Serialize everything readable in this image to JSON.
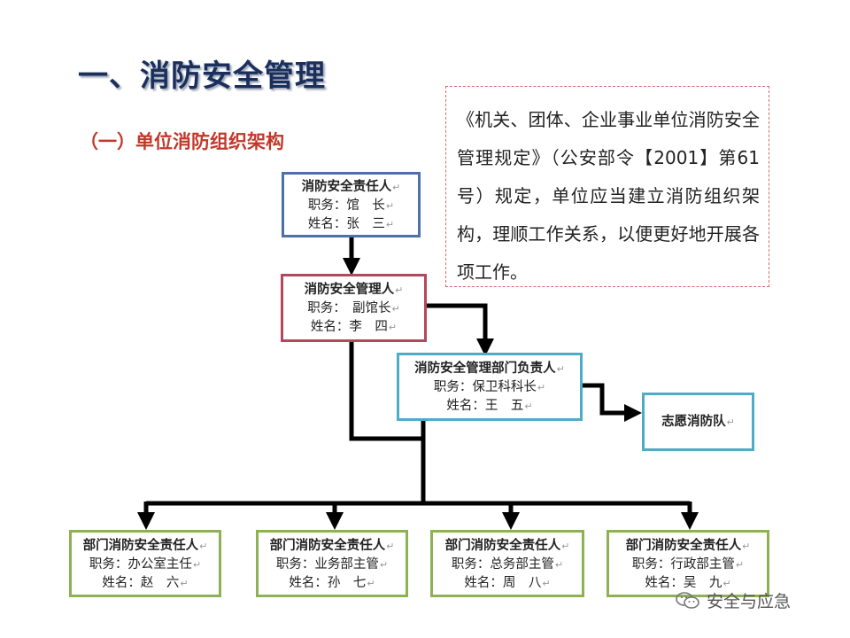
{
  "title": "一、消防安全管理",
  "subtitle": "（一）单位消防组织架构",
  "note": "《机关、团体、企业事业单位消防安全管理规定》（公安部令【2001】第61号）规定，单位应当建立消防组织架构，理顺工作关系，以便更好地开展各项工作。",
  "para_mark": "↵",
  "org": {
    "responsible": {
      "name": "消防安全责任人",
      "position": "职务：馆　长",
      "person": "姓名：张　三"
    },
    "manager": {
      "name": "消防安全管理人",
      "position": "职务：　副馆长",
      "person": "姓名：李　四"
    },
    "dept_head": {
      "name": "消防安全管理部门负责人",
      "position": "职务：保卫科科长",
      "person": "姓名：王　五"
    },
    "volunteer": {
      "name": "志愿消防队"
    },
    "departments": [
      {
        "name": "部门消防安全责任人",
        "position": "职务：办公室主任",
        "person": "姓名：赵　六"
      },
      {
        "name": "部门消防安全责任人",
        "position": "职务：业务部主管",
        "person": "姓名：孙　七"
      },
      {
        "name": "部门消防安全责任人",
        "position": "职务：总务部主管",
        "person": "姓名：周　八"
      },
      {
        "name": "部门消防安全责任人",
        "position": "职务：行政部主管",
        "person": "姓名：吴　九"
      }
    ]
  },
  "watermark": "安全与应急"
}
